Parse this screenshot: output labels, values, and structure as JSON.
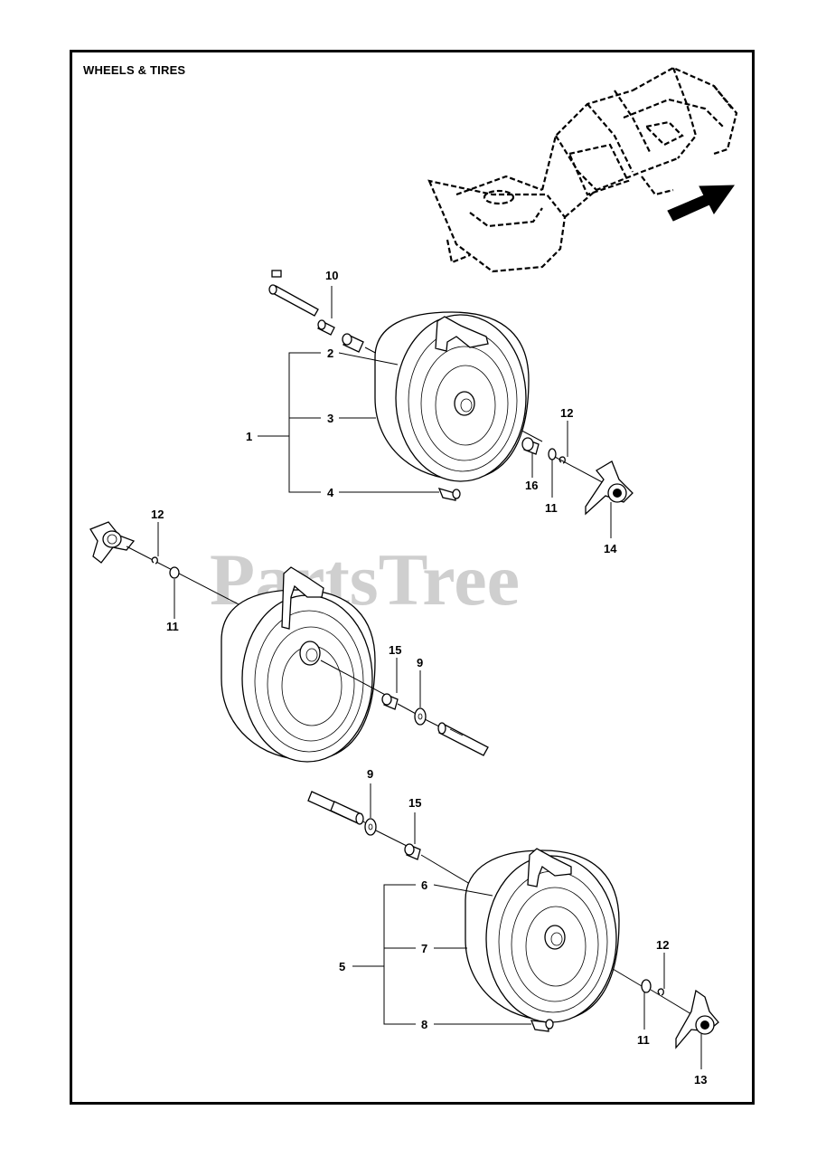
{
  "title": "WHEELS & TIRES",
  "watermark": "PartsTree",
  "callouts": {
    "c1": "1",
    "c2": "2",
    "c3": "3",
    "c4": "4",
    "c10": "10",
    "c12a": "12",
    "c16": "16",
    "c11a": "11",
    "c14": "14",
    "c12b": "12",
    "c11b": "11",
    "c15a": "15",
    "c9a": "9",
    "c9b": "9",
    "c15b": "15",
    "c5": "5",
    "c6": "6",
    "c7": "7",
    "c8": "8",
    "c12c": "12",
    "c11c": "11",
    "c13": "13"
  },
  "icons": {
    "direction": "arrow-icon",
    "hubcap": "hubcap-icon"
  }
}
